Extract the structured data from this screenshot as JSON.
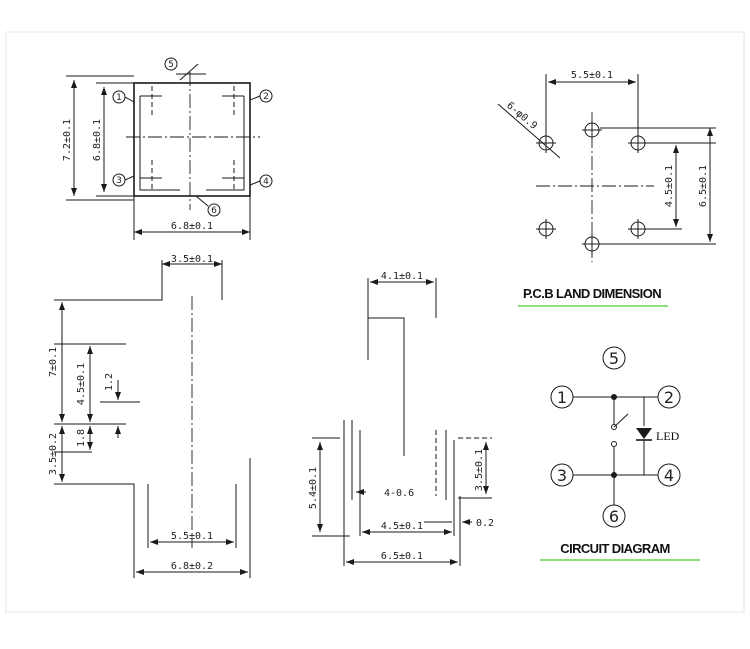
{
  "colors": {
    "underline_green": "#8ee07e",
    "panel_border": "#e6e6e6",
    "ink": "#1a1a1a"
  },
  "top_view": {
    "height_outer": "7.2±0.1",
    "height_inner": "6.8±0.1",
    "width": "6.8±0.1",
    "pins": [
      "1",
      "2",
      "3",
      "4",
      "5",
      "6"
    ]
  },
  "pcb_land": {
    "title": "P.C.B LAND DIMENSION",
    "hole": "6-φ0.9",
    "width": "5.5±0.1",
    "inner_height": "4.5±0.1",
    "outer_height": "6.5±0.1"
  },
  "front_view": {
    "stem_width": "3.5±0.1",
    "total_height": "7±0.1",
    "mid_height": "4.5±0.1",
    "small_dim": "1.2",
    "step": "1.8",
    "base_height": "3.5±0.2",
    "pin_pitch": "5.5±0.1",
    "body_width": "6.8±0.2"
  },
  "side_view": {
    "stem_width": "4.1±0.1",
    "height": "5.4±0.1",
    "lead_height": "3.5±0.1",
    "lead_note": "4-0.6",
    "inner_width": "4.5±0.1",
    "lead_thickness": "0.2",
    "total_width": "6.5±0.1"
  },
  "circuit": {
    "title": "CIRCUIT DIAGRAM",
    "pins": [
      "1",
      "2",
      "3",
      "4",
      "5",
      "6"
    ],
    "led_label": "LED"
  }
}
